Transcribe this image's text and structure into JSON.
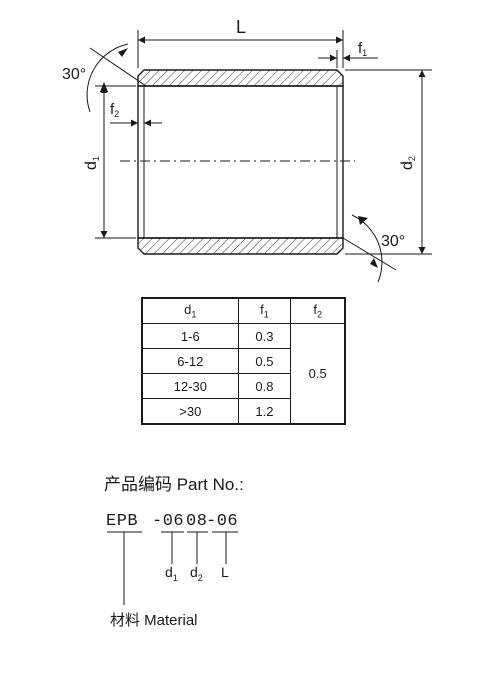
{
  "drawing": {
    "dims": {
      "L": "L",
      "f1_main": "f",
      "f1_sub": "1",
      "f2_main": "f",
      "f2_sub": "2",
      "d1_main": "d",
      "d1_sub": "1",
      "d2_main": "d",
      "d2_sub": "2",
      "angle_top": "30°",
      "angle_bottom": "30°"
    }
  },
  "table": {
    "headers": [
      {
        "main": "d",
        "sub": "1"
      },
      {
        "main": "f",
        "sub": "1"
      },
      {
        "main": "f",
        "sub": "2"
      }
    ],
    "rows": [
      {
        "d1": "1-6",
        "f1": "0.3"
      },
      {
        "d1": "6-12",
        "f1": "0.5"
      },
      {
        "d1": "12-30",
        "f1": "0.8"
      },
      {
        "d1": ">30",
        "f1": "1.2"
      }
    ],
    "f2_value": "0.5"
  },
  "part_number": {
    "heading": "产品编码 Part No.:",
    "code_prefix": "EPB",
    "code_d1": "-06",
    "code_d2": "08",
    "code_L": "-06",
    "label_d1_main": "d",
    "label_d1_sub": "1",
    "label_d2_main": "d",
    "label_d2_sub": "2",
    "label_L": "L",
    "material": "材料 Material"
  }
}
